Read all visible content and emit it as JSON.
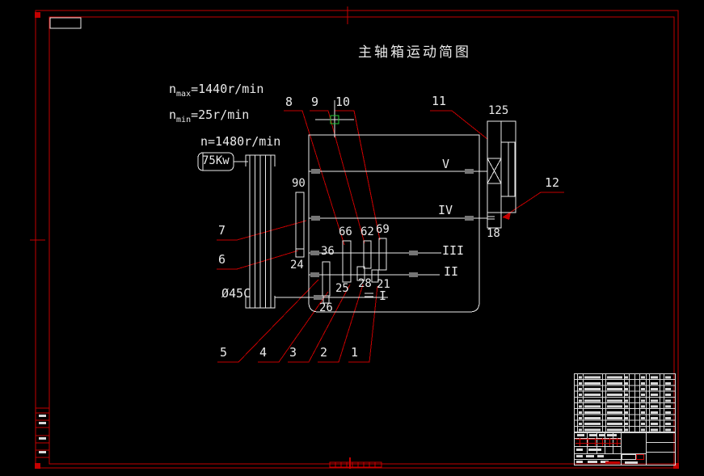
{
  "colors": {
    "background": "#000000",
    "geometry_white": "#eaeaea",
    "border_red": "#c40000",
    "cursor_green": "#1ec832"
  },
  "title": "主轴箱运动简图",
  "notes": {
    "n_max_base": "n",
    "n_max_sub": "max",
    "n_max_value": "=1440r/min",
    "n_min_base": "n",
    "n_min_sub": "min",
    "n_min_value": "=25r/min",
    "motor_speed": "n=1480r/min",
    "motor_power": "75Kw",
    "pulley_diameter": "Ø45C"
  },
  "shaft_labels": {
    "s1": "I",
    "s2": "II",
    "s3": "III",
    "s4": "IV",
    "s5": "V"
  },
  "gear_labels": {
    "g90": "90",
    "g24": "24",
    "g36": "36",
    "g66": "66",
    "g62": "62",
    "g69": "69",
    "g25": "25",
    "g28": "28",
    "g21": "21",
    "g26": "26",
    "g125": "125",
    "g18": "18"
  },
  "part_numbers": {
    "p1": "1",
    "p2": "2",
    "p3": "3",
    "p4": "4",
    "p5": "5",
    "p6": "6",
    "p7": "7",
    "p8": "8",
    "p9": "9",
    "p10": "10",
    "p11": "11",
    "p12": "12"
  }
}
